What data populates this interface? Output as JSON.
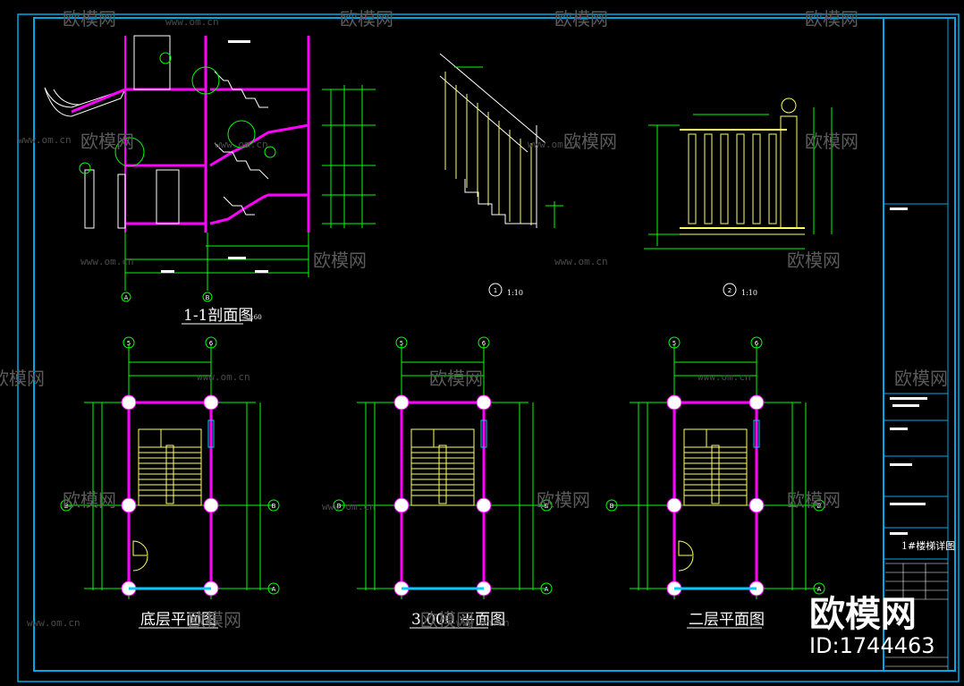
{
  "drawing": {
    "section_title": "1-1剖面图",
    "section_scale": "1:60",
    "detail1_mark": "1",
    "detail1_scale": "1:10",
    "detail2_mark": "2",
    "detail2_scale": "1:10",
    "plan_ground": "底层平面图",
    "plan_mid": "3.000 平面图",
    "plan_second": "二层平面图",
    "axis_labels": {
      "A": "A",
      "B": "B",
      "five": "5",
      "six": "6"
    }
  },
  "title_block": {
    "drawing_name": "1#楼梯详图"
  },
  "watermark": {
    "brand": "欧模网",
    "url": "www.om.cn",
    "id_text": "ID:1744463"
  },
  "colors": {
    "bg": "#000000",
    "frame": "#00a8e8",
    "dim": "#00ff00",
    "wall": "#ff00ff",
    "stair": "#ffff66",
    "column": "#ffffff",
    "text": "#ffffff",
    "axis": "#00ff00"
  }
}
